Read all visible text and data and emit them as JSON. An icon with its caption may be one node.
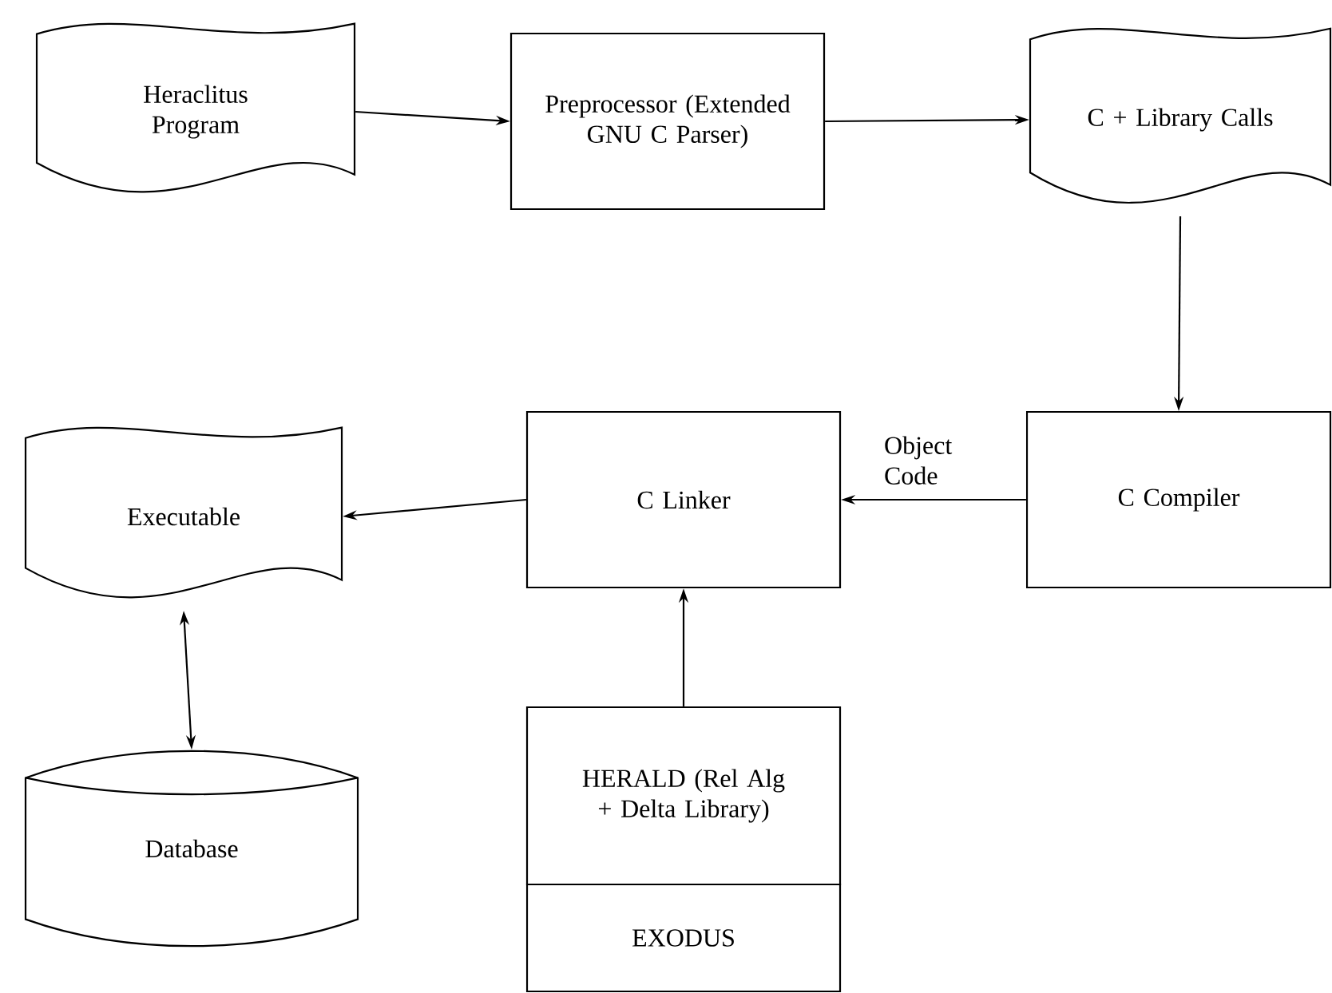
{
  "diagram": {
    "nodes": [
      {
        "text": [
          "Heraclitus Program"
        ]
      },
      {
        "text": [
          "Preprocessor (Extended GNU C Parser)"
        ]
      },
      {
        "text": [
          "C + Library Calls"
        ]
      },
      {
        "text": [
          "C Compiler"
        ]
      },
      {
        "text": [
          "C Linker"
        ]
      },
      {
        "text": [
          "Executable"
        ]
      },
      {
        "text": [
          "Database"
        ]
      },
      {
        "text": [
          "HERALD (Rel Alg + Delta Library)"
        ]
      },
      {
        "text": [
          "EXODUS"
        ]
      }
    ],
    "edges": [
      {
        "from": 0,
        "to": 1,
        "arrow": "to"
      },
      {
        "from": 1,
        "to": 2,
        "arrow": "to"
      },
      {
        "from": 2,
        "to": 3,
        "arrow": "to"
      },
      {
        "from": 3,
        "to": 4,
        "arrow": "to",
        "label": "Object Code"
      },
      {
        "from": 4,
        "to": 5,
        "arrow": "to"
      },
      {
        "from": 5,
        "to": 6,
        "arrow": "both"
      },
      {
        "from": 7,
        "to": 4,
        "arrow": "to"
      }
    ]
  }
}
